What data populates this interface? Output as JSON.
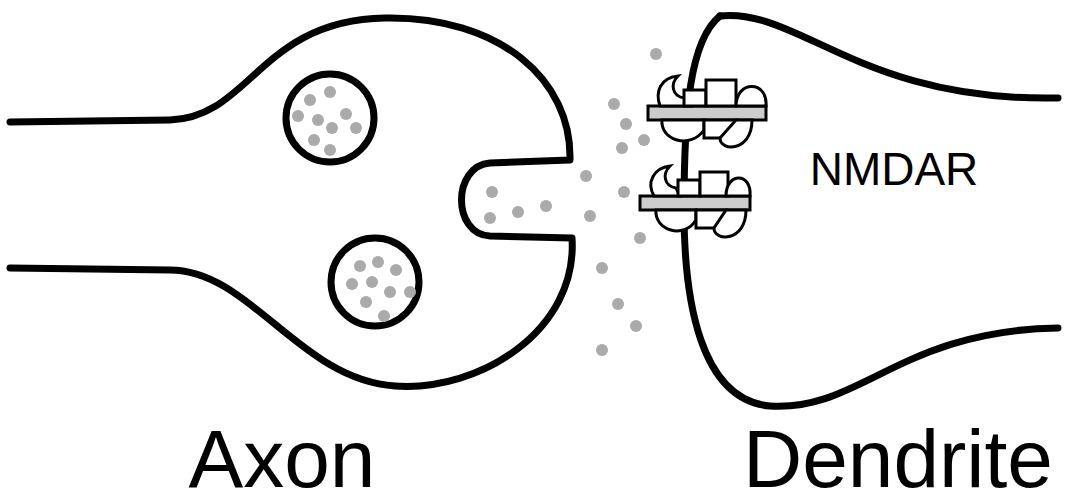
{
  "diagram": {
    "labels": [
      "NMDAR",
      "Axon",
      "Dendrite"
    ]
  }
}
